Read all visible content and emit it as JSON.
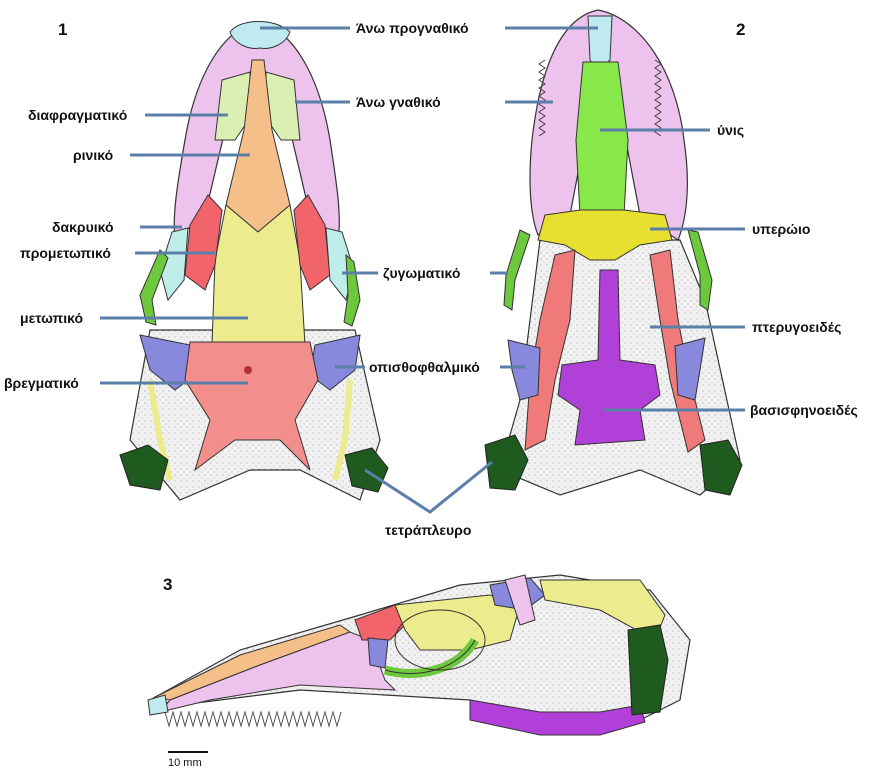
{
  "view_numbers": [
    "1",
    "2",
    "3"
  ],
  "labels": {
    "premaxilla": "Άνω προγναθικό",
    "maxilla": "Άνω γναθικό",
    "septomaxilla": "διαφραγματικό",
    "nasal": "ρινικό",
    "lacrimal": "δακρυικό",
    "prefrontal": "προμετωπικό",
    "frontal": "μετωπικό",
    "parietal": "βρεγματικό",
    "jugal": "ζυγωματικό",
    "postorbital": "οπισθοφθαλμικό",
    "quadrate": "τετράπλευρο",
    "vomer": "ύνις",
    "palatine": "υπερώιο",
    "pterygoid": "πτερυγοειδές",
    "basisphenoid": "βασισφηνοειδές"
  },
  "scale_bar": "10 mm",
  "colors": {
    "premaxilla": "#bfeaf0",
    "maxilla": "#edc2ec",
    "septomaxilla": "#dcefb2",
    "nasal": "#f5bf8a",
    "frontal": "#ecec8e",
    "parietal": "#f28e8c",
    "prefrontal": "#f0646a",
    "jugal": "#6ec83e",
    "postorbital": "#8888dd",
    "quadrate": "#1f5a1f",
    "vomer": "#88e84a",
    "palatine": "#e8e030",
    "pterygoid": "#f07a7a",
    "basisphenoid": "#b040d8",
    "lacrimal_cyan": "#bfeee8",
    "leader_line": "#5b7fa8",
    "bone_outline": "#333333",
    "bone_white": "#f4f4f4"
  }
}
